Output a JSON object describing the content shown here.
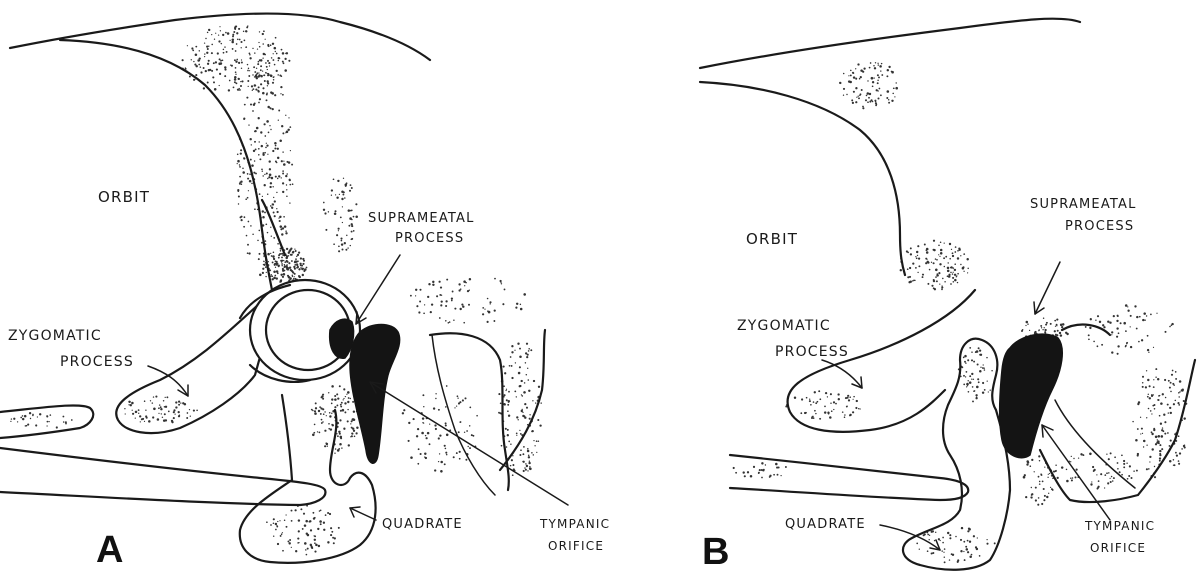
{
  "panels": [
    {
      "letter": "A",
      "labels": {
        "orbit": "ORBIT",
        "supra_1": "SUPRAMEATAL",
        "supra_2": "PROCESS",
        "zygo_1": "ZYGOMATIC",
        "zygo_2": "PROCESS",
        "quadrate": "QUADRATE",
        "tymp_1": "TYMPANIC",
        "tymp_2": "ORIFICE"
      }
    },
    {
      "letter": "B",
      "labels": {
        "orbit": "ORBIT",
        "supra_1": "SUPRAMEATAL",
        "supra_2": "PROCESS",
        "zygo_1": "ZYGOMATIC",
        "zygo_2": "PROCESS",
        "quadrate": "QUADRATE",
        "tymp_1": "TYMPANIC",
        "tymp_2": "ORIFICE"
      }
    }
  ]
}
